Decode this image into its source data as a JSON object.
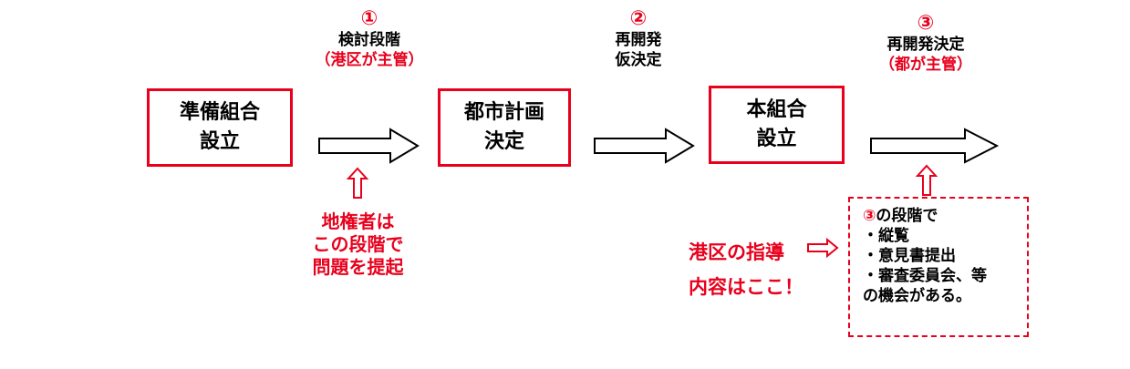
{
  "boxes": {
    "b1": [
      "準備組合",
      "設立"
    ],
    "b2": [
      "都市計画",
      "決定"
    ],
    "b3": [
      "本組合",
      "設立"
    ]
  },
  "steps": {
    "s1": {
      "num": "①",
      "line1": "検討段階",
      "note": "（港区が主管）"
    },
    "s2": {
      "num": "②",
      "line1": "再開発",
      "line2": "仮決定"
    },
    "s3": {
      "num": "③",
      "line1": "再開発決定",
      "note": "（都が主管）"
    }
  },
  "notes": {
    "landowner": [
      "地権者は",
      "この段階で",
      "問題を提起"
    ],
    "minato": [
      "港区の指導",
      "内容はここ！"
    ]
  },
  "dashed_box": {
    "num": "③",
    "title": "の段階で",
    "items": [
      "・縦覧",
      "・意見書提出",
      "・審査委員会、等"
    ],
    "last": "の機会がある。"
  },
  "colors": {
    "accent": "#e8001c",
    "text": "#000000"
  }
}
